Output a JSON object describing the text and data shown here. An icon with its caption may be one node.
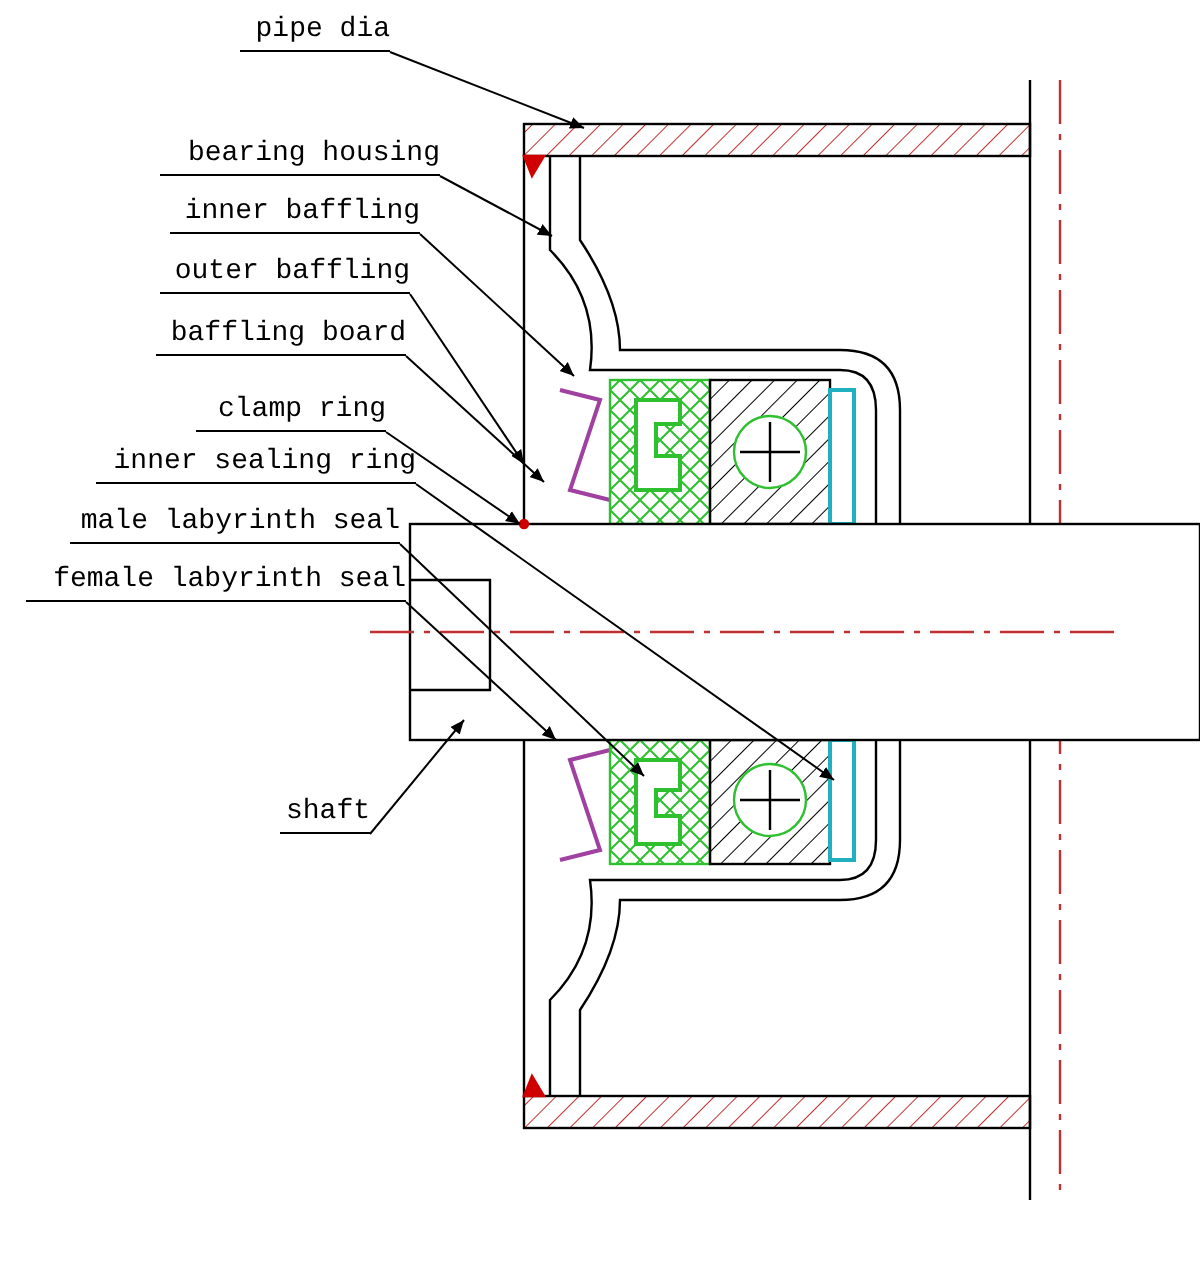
{
  "diagram": {
    "nodes": [
      {
        "text": [
          "pipe dia"
        ]
      },
      {
        "text": [
          "bearing housing"
        ]
      },
      {
        "text": [
          "inner baffling"
        ]
      },
      {
        "text": [
          "outer baffling"
        ]
      },
      {
        "text": [
          "baffling board"
        ]
      },
      {
        "text": [
          "clamp ring"
        ]
      },
      {
        "text": [
          "inner sealing ring"
        ]
      },
      {
        "text": [
          "male labyrinth seal"
        ]
      },
      {
        "text": [
          "female labyrinth seal"
        ]
      },
      {
        "text": [
          "shaft"
        ]
      }
    ],
    "edges": [
      {
        "from": 0,
        "to": null,
        "arrow": "to"
      },
      {
        "from": 1,
        "to": null,
        "arrow": "to"
      },
      {
        "from": 2,
        "to": null,
        "arrow": "to"
      },
      {
        "from": 3,
        "to": null,
        "arrow": "to"
      },
      {
        "from": 4,
        "to": null,
        "arrow": "to"
      },
      {
        "from": 5,
        "to": null,
        "arrow": "to"
      },
      {
        "from": 6,
        "to": null,
        "arrow": "to"
      },
      {
        "from": 7,
        "to": null,
        "arrow": "to"
      },
      {
        "from": 8,
        "to": null,
        "arrow": "to"
      },
      {
        "from": 9,
        "to": null,
        "arrow": "to"
      }
    ]
  }
}
